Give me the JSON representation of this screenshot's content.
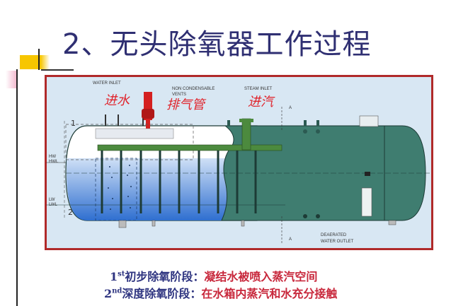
{
  "title": "2、无头除氧器工作过程",
  "diagram": {
    "labels": {
      "water_inlet": "WATER INLET",
      "non_condensable": "NON CONDENSABLE",
      "vents": "VENTS",
      "steam_inlet": "STEAM INLET",
      "deaerated": "DEAERATED",
      "water_outlet": "WATER OUTLET",
      "section_a": "A",
      "hw": "HW",
      "hwl": "HWL",
      "lw": "LW",
      "lwl": "LWL",
      "zone1": "1",
      "zone2": "2"
    },
    "annotations": {
      "water_in": "进水",
      "vent_pipe": "排气管",
      "steam_in": "进汽"
    },
    "colors": {
      "frame": "#b02a2a",
      "background": "#d8e7f3",
      "tank_green": "#3f7d70",
      "water_blue": "#3f7fd6",
      "annotation": "#e0242c"
    }
  },
  "stages": [
    {
      "num": "1",
      "sup": "st",
      "label": "初步除氧阶段：",
      "desc": "凝结水被喷入蒸汽空间"
    },
    {
      "num": "2",
      "sup": "nd",
      "label": "深度除氧阶段：",
      "desc": "在水箱内蒸汽和水充分接触"
    }
  ]
}
